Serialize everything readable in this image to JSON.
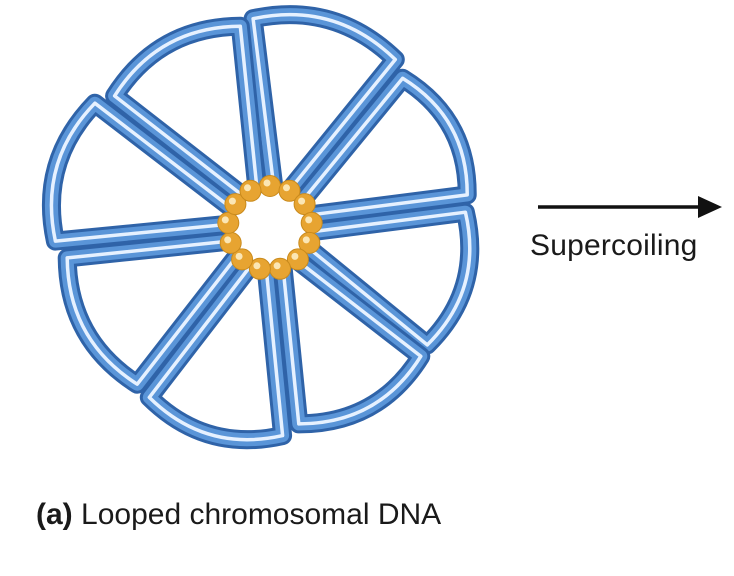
{
  "diagram": {
    "arrow_label": "Supercoiling",
    "caption": {
      "marker": "(a)",
      "text": "Looped chromosomal DNA"
    },
    "loop_count": 8,
    "bead_count": 13
  },
  "colors": {
    "dna_outer": "#2f63a8",
    "dna_mid": "#5a95d8",
    "dna_highlight": "#e6f1ff",
    "bead": "#e7a431",
    "bead_highlight": "#fbe6b4",
    "arrow": "#111111",
    "text": "#1a1a1a"
  }
}
